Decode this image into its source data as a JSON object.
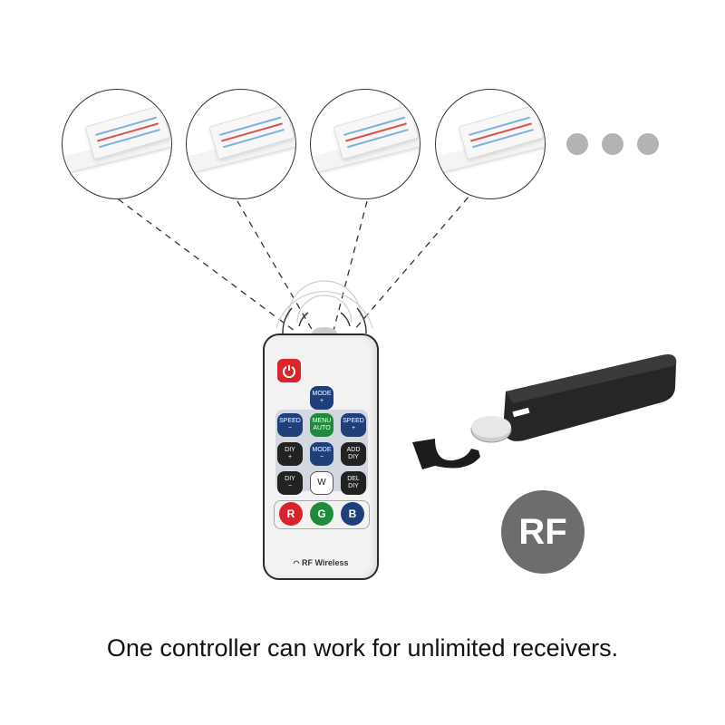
{
  "caption": "One controller can work for unlimited receivers.",
  "badge_label": "RF",
  "remote": {
    "brand_label": "RF Wireless",
    "buttons": {
      "mode_top": "MODE\n+",
      "speed_minus": "SPEED\n−",
      "menu_auto": "MENU\nAUTO",
      "speed_plus": "SPEED\n+",
      "diy_plus": "DIY\n+",
      "mode_minus": "MODE\n−",
      "add_diy": "ADD\nDIY",
      "diy_minus": "DIY\n−",
      "w": "W",
      "del_diy": "DEL\nDIY",
      "r": "R",
      "g": "G",
      "b": "B"
    }
  },
  "icons": {
    "power": "power-icon",
    "wifi": "wifi-icon",
    "more": "ellipsis-dots"
  },
  "colors": {
    "power_red": "#d8262b",
    "blue_btn": "#1f3f7a",
    "green_btn": "#1f8a3a",
    "red_btn": "#d6232c",
    "badge_gray": "#6d6d6d"
  }
}
